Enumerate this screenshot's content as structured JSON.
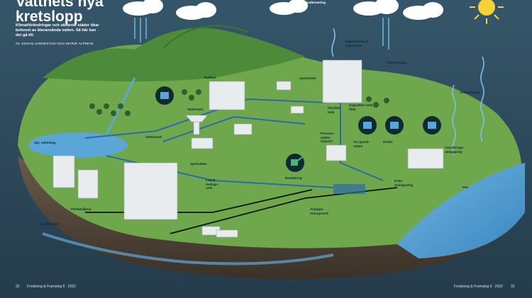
{
  "header": {
    "title_line1": "Vattnets nya",
    "title_line2": "kretslopp",
    "intro": "Klimatförändringar och växande städer ökar behovet av återanvända vatten. Så här kan det gå till.",
    "byline": "AV JOHAN JARNESTAD OCH MARIE ALPMAN"
  },
  "labels": {
    "kondensering": "Kondensering",
    "uppsamling": "Uppsamling av regnvatten",
    "avdunstning1": "Avdunstning",
    "avdunstning2": "Avdunstning",
    "radhus": "Radhus",
    "spolvatten1": "Spolvatten",
    "spolvatten2": "Spolvatten",
    "vattentorn": "Vattentorn",
    "vattenverk": "Vattenverk",
    "sjo": "Sjö, vattentag",
    "forradstank": "Förråds-tank",
    "dagvatten": "Dagvatten-tank, filter",
    "process": "Process-vatten industri",
    "via_grund": "Via grund-vatten",
    "direkt": "Direkt",
    "avsaltning": "Avsaltnings-anläggning",
    "bevattning": "Bevattning",
    "lokalt": "Lokalt renings-verk",
    "extra": "Extra reningssteg",
    "hav": "Hav",
    "flerfamiljhus": "Flerfamiljhus",
    "avlopp": "Avlopps-reningsverk",
    "grundvatten": "Grundvatten"
  },
  "footer": {
    "left_page": "32",
    "left_pub": "Forskning & Framsteg 6 · 2022",
    "right_pub": "Forskning & Framsteg 6 · 2022",
    "right_page": "33"
  },
  "colors": {
    "sky": "#2c4a5c",
    "grass": "#6fa84c",
    "water": "#5aa6d6",
    "pipe": "#2b6aa8",
    "sun": "#f7d13a"
  },
  "icons": [
    "cloud-icon",
    "sun-icon",
    "rain-icon",
    "water-glass-icon",
    "watering-can-icon"
  ]
}
